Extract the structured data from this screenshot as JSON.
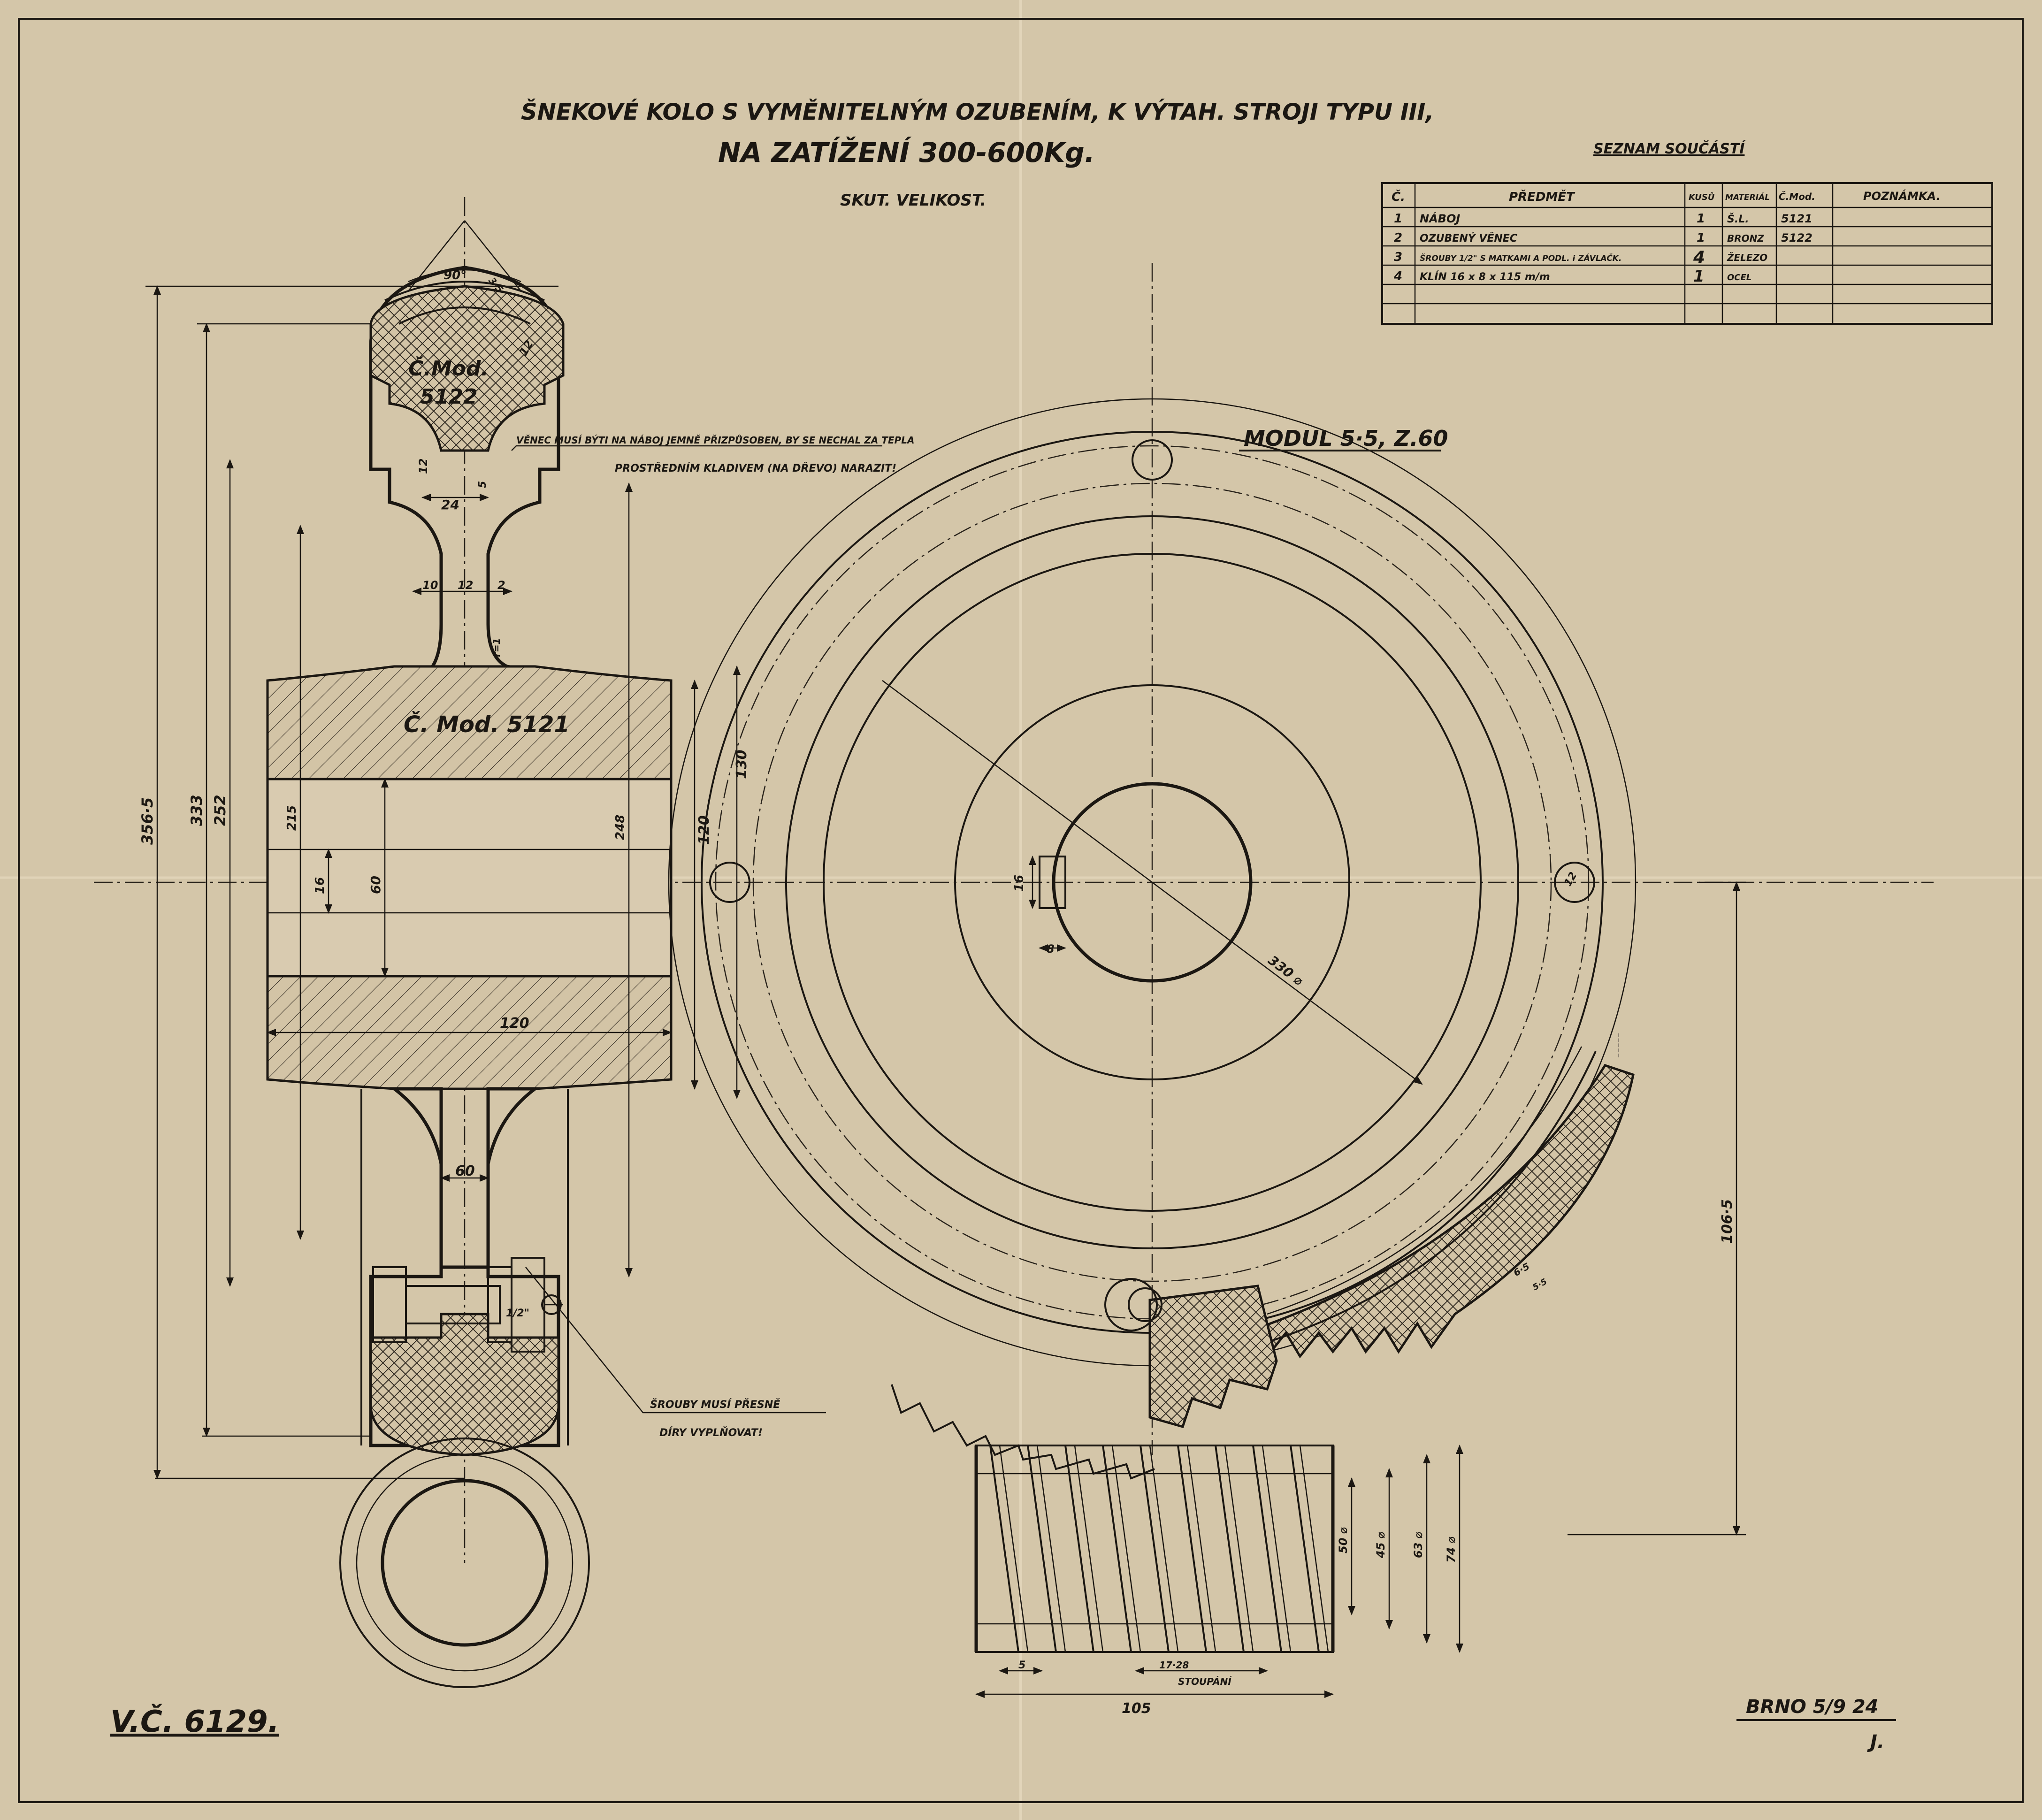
{
  "title": {
    "line1": "ŠNEKOVÉ KOLO S VYMĚNITELNÝM OZUBENÍM, K VÝTAH. STROJI TYPU III,",
    "line2": "NA ZATÍŽENÍ 300-600Kg.",
    "line3": "SKUT. VELIKOST."
  },
  "parts_list": {
    "heading": "SEZNAM SOUČÁSTÍ",
    "columns": [
      "Č.",
      "PŘEDMĚT",
      "KUSŮ",
      "MATERIÁL",
      "Č.Mod.",
      "POZNÁMKA."
    ],
    "rows": [
      [
        "1",
        "NÁBOJ",
        "1",
        "Š.L.",
        "5121",
        ""
      ],
      [
        "2",
        "OZUBENÝ VĚNEC",
        "1",
        "BRONZ",
        "5122",
        ""
      ],
      [
        "3",
        "ŠROUBY 1/2\" S MATKAMI A PODL. i ZÁVLAČK.",
        "4",
        "ŽELEZO",
        "",
        ""
      ],
      [
        "4",
        "KLÍN 16 x 8 x 115 m/m",
        "1",
        "OCEL",
        "",
        ""
      ]
    ]
  },
  "labels": {
    "rim_model": "Č.Mod.",
    "rim_model_no": "5122",
    "hub_model": "Č. Mod. 5121",
    "note_rim": "VĚNEC MUSÍ BÝTI NA NÁBOJ JEMNĚ PŘIZPŮSOBEN, BY SE NECHAL ZA TEPLA",
    "note_rim2": "PROSTŘEDNÍM KLADIVEM (NA DŘEVO) NARAZIT!",
    "note_bolts": "ŠROUBY MUSÍ PŘESNĚ",
    "note_bolts2": "DÍRY VYPLŇOVAT!",
    "module": "MODUL 5·5, Z.60",
    "drawing_no": "V.Č. 6129.",
    "place_date": "BRNO 5/9 24",
    "initials": "J."
  },
  "dimensions": {
    "angle": "90°",
    "d_3_5": "3·5",
    "d_12_top": "12",
    "d_12_a": "12",
    "d_24": "24",
    "d_5": "5",
    "d_10": "10",
    "d_12_b": "12",
    "d_2": "2",
    "d_r1": "r=1",
    "d_356_5": "356·5",
    "d_333": "333",
    "d_252": "252",
    "d_215": "215",
    "d_16": "16",
    "d_60v": "60",
    "d_248": "248",
    "d_120v": "120",
    "d_130": "130",
    "d_120h": "120",
    "d_60h": "60",
    "d_1_2": "1/2\"",
    "d_16_key": "16",
    "d_8": "8",
    "d_330": "330 ⌀",
    "d_12_hole": "12",
    "d_106_5": "106·5",
    "d_6_5": "6·5",
    "d_5_5": "5·5",
    "d_50": "50 ⌀",
    "d_45": "45 ⌀",
    "d_63": "63 ⌀",
    "d_74": "74 ⌀",
    "d_5w": "5",
    "d_17_28": "17·28",
    "d_stoupani": "STOUPÁNÍ",
    "d_105": "105"
  }
}
